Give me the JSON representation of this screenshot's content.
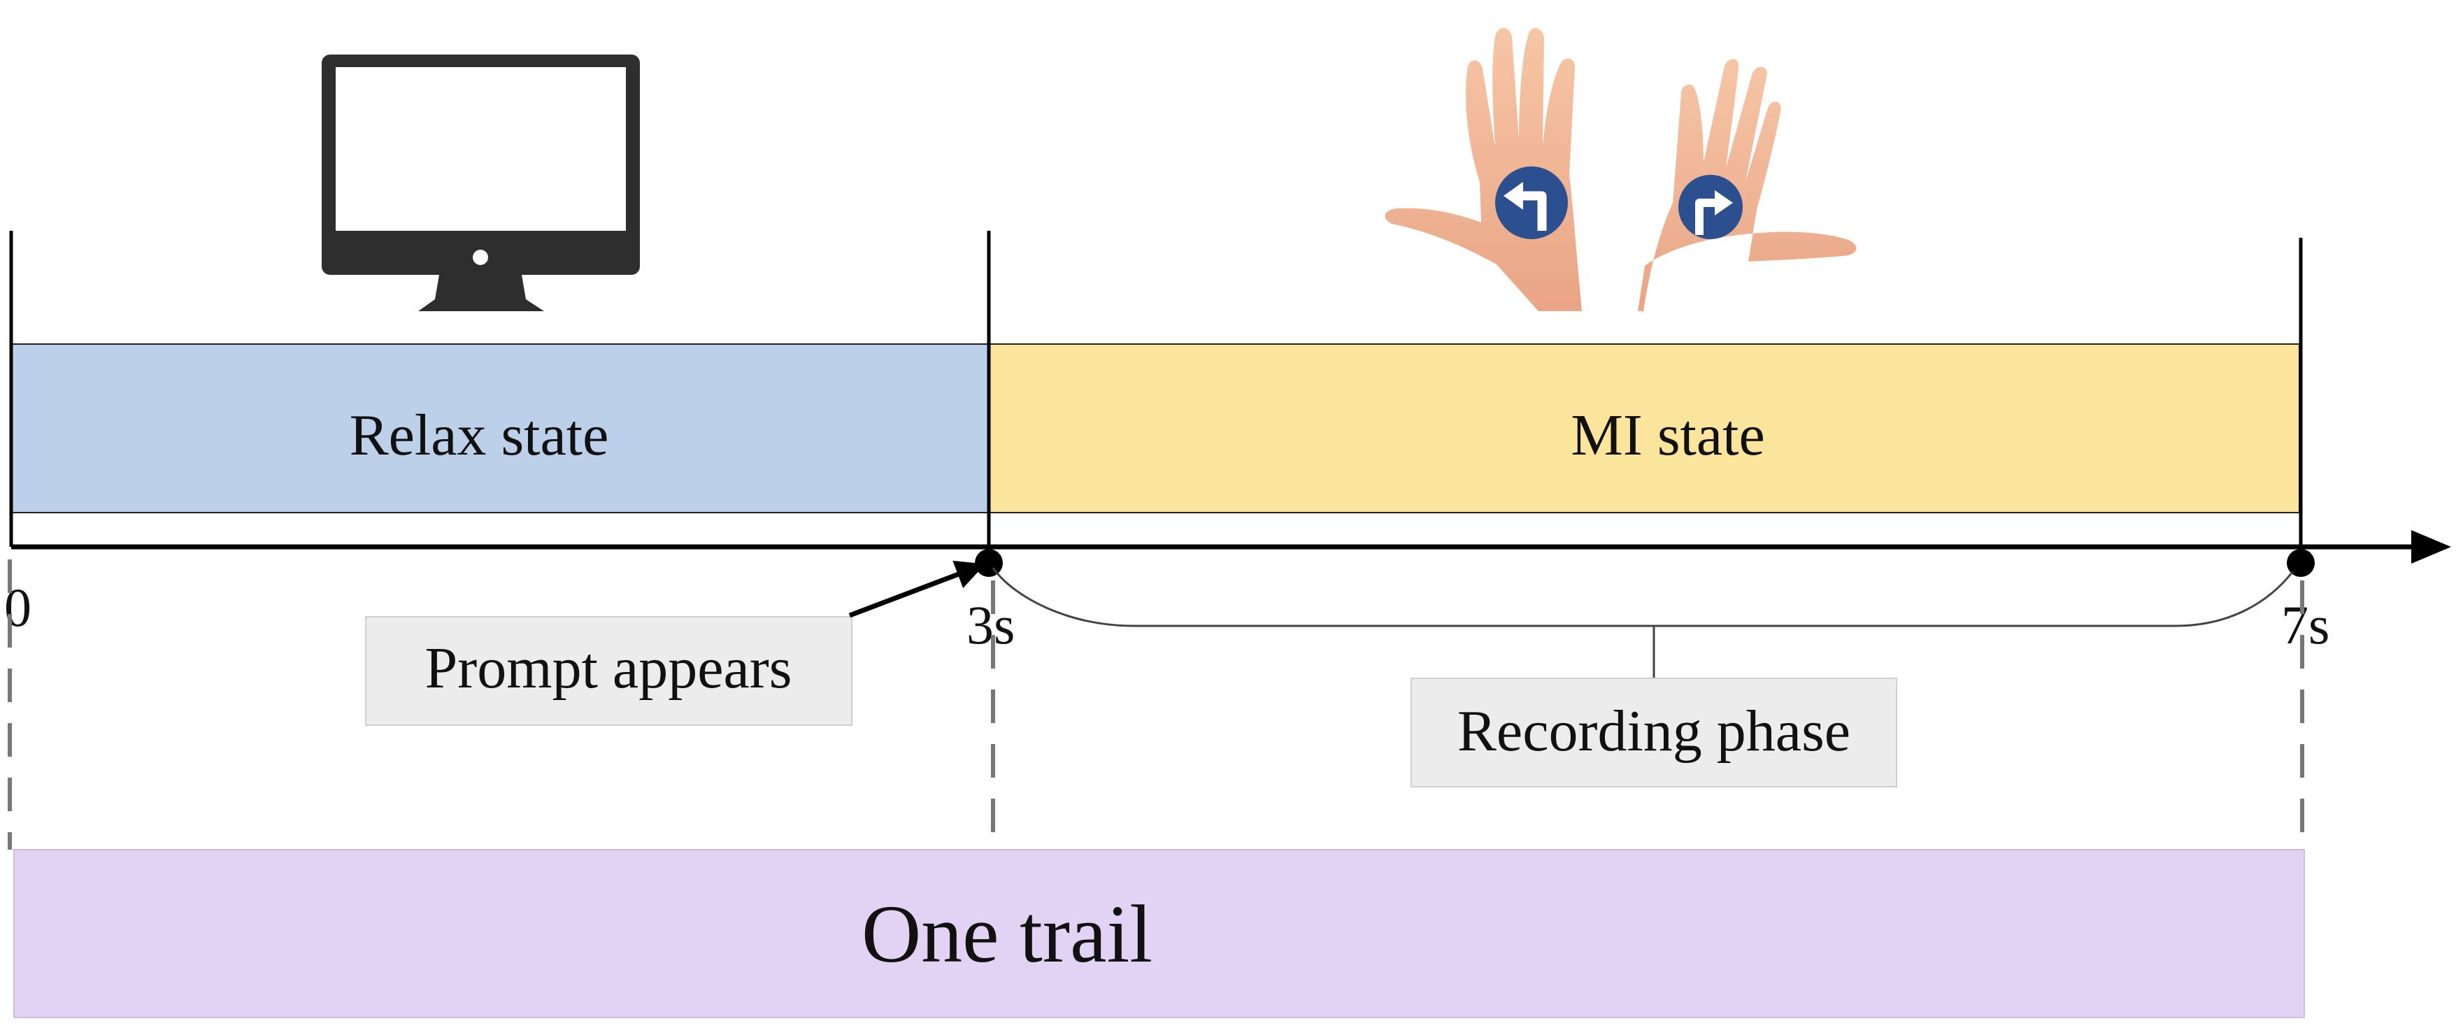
{
  "phases": {
    "relax": {
      "label": "Relax state",
      "color": "#bdd0e9"
    },
    "mi": {
      "label": "MI state",
      "color": "#fbe59c"
    }
  },
  "ticks": {
    "start": "0",
    "cue": "3s",
    "end": "7s"
  },
  "callouts": {
    "prompt": "Prompt appears",
    "recording": "Recording phase"
  },
  "trial": {
    "label": "One trail",
    "color": "#e2d2f3"
  },
  "icons": {
    "left": "monitor-icon",
    "right": "hands-turn-arrows-icon"
  },
  "colors": {
    "line": "#000000",
    "callout_bg": "#ececec",
    "palm_badge": "#2c4f8f"
  }
}
